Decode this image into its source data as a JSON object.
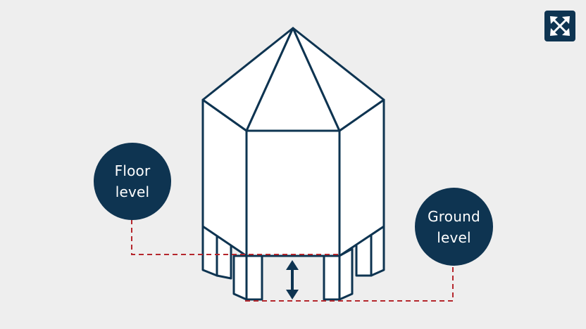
{
  "colors": {
    "background": "#eeeeee",
    "navy": "#0e3451",
    "outline": "#0e3451",
    "fill": "#ffffff",
    "dashed": "#b5272d"
  },
  "labels": {
    "floor_level": [
      "Floor",
      "level"
    ],
    "ground_level": [
      "Ground",
      "level"
    ]
  },
  "controls": {
    "expand_icon": "expand-arrows-icon"
  }
}
